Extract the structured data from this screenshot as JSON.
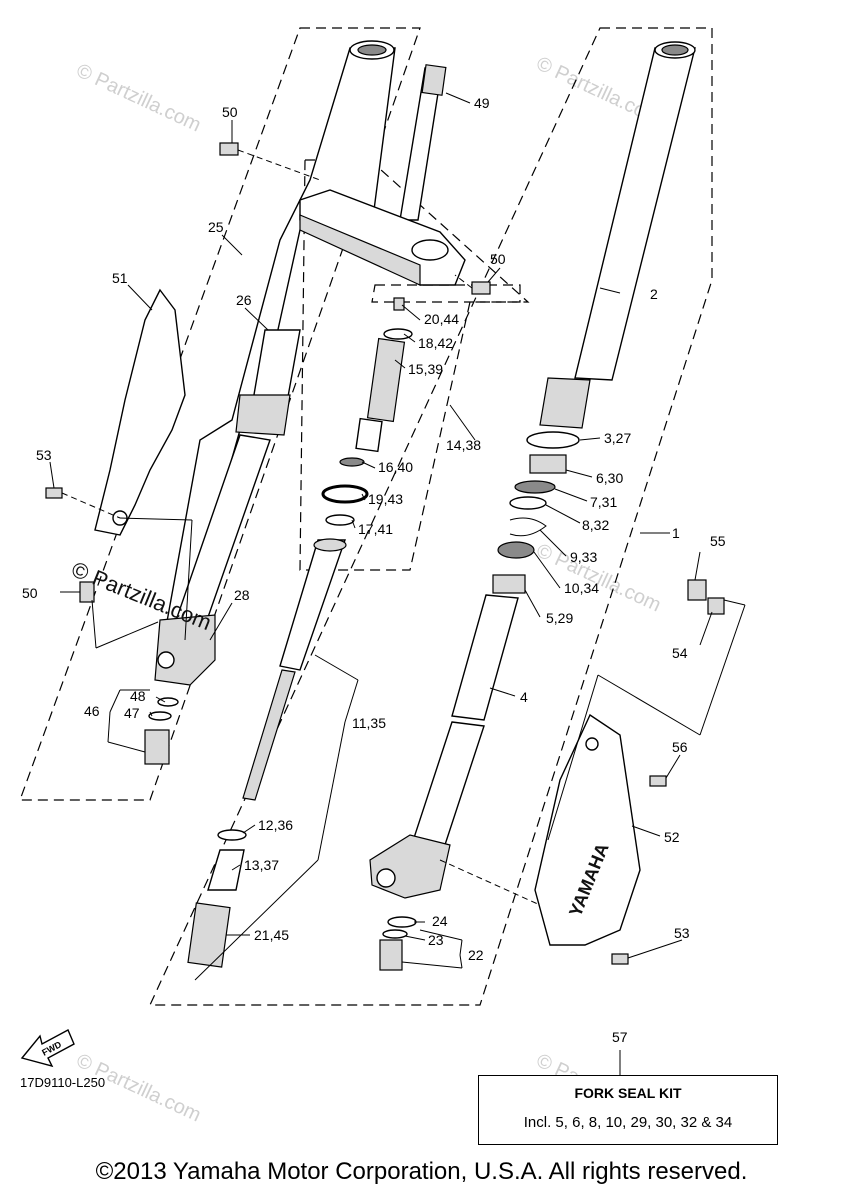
{
  "diagram": {
    "diagram_code": "17D9110-L250",
    "fwd_label": "FWD",
    "brand_text": "YAMAHA",
    "callouts": {
      "c1": "1",
      "c2": "2",
      "c3_27": "3,27",
      "c4": "4",
      "c5_29": "5,29",
      "c6_30": "6,30",
      "c7_31": "7,31",
      "c8_32": "8,32",
      "c9_33": "9,33",
      "c10_34": "10,34",
      "c11_35": "11,35",
      "c12_36": "12,36",
      "c13_37": "13,37",
      "c14_38": "14,38",
      "c15_39": "15,39",
      "c16_40": "16,40",
      "c17_41": "17,41",
      "c18_42": "18,42",
      "c19_43": "19,43",
      "c20_44": "20,44",
      "c21_45": "21,45",
      "c22": "22",
      "c23": "23",
      "c24": "24",
      "c25": "25",
      "c26": "26",
      "c28": "28",
      "c46": "46",
      "c47": "47",
      "c48": "48",
      "c49": "49",
      "c50a": "50",
      "c50b": "50",
      "c50c": "50",
      "c51": "51",
      "c52": "52",
      "c53a": "53",
      "c53b": "53",
      "c54": "54",
      "c55": "55",
      "c56": "56",
      "c57": "57"
    },
    "kit": {
      "title": "FORK SEAL KIT",
      "contents": "Incl. 5, 6, 8, 10, 29, 30, 32 & 34"
    },
    "copyright": "©2013 Yamaha Motor Corporation, U.S.A. All rights reserved.",
    "watermarks": {
      "faint": "© Partzilla.com",
      "dark": "© Partzilla.com"
    }
  },
  "colors": {
    "line": "#000000",
    "shade": "#d9d9d9",
    "watermark": "#cfcfcf"
  }
}
